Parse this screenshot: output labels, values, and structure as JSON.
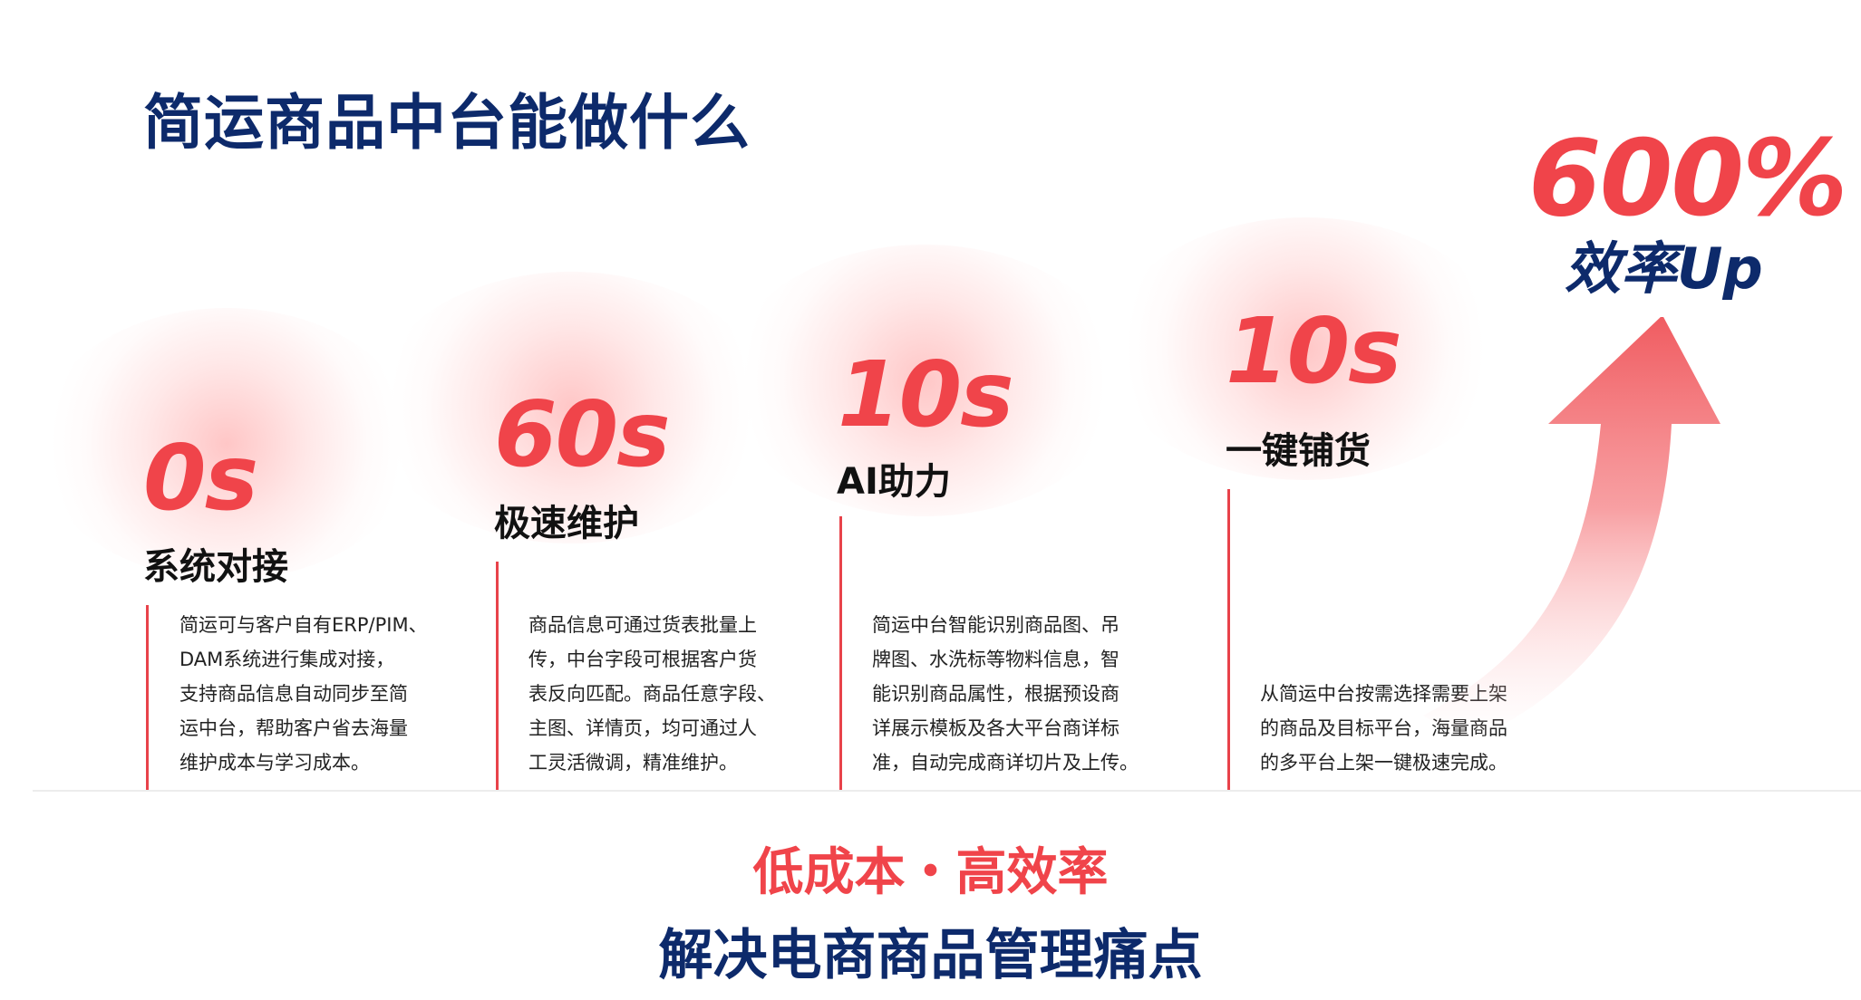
{
  "title": "简运商品中台能做什么",
  "steps": [
    {
      "stat": "0s",
      "title": "系统对接",
      "desc": "简运可与客户自有ERP/PIM、\nDAM系统进行集成对接，\n支持商品信息自动同步至简\n运中台，帮助客户省去海量\n维护成本与学习成本。"
    },
    {
      "stat": "60s",
      "title": "极速维护",
      "desc": "商品信息可通过货表批量上\n传，中台字段可根据客户货\n表反向匹配。商品任意字段、\n主图、详情页，均可通过人\n工灵活微调，精准维护。"
    },
    {
      "stat": "10s",
      "title": "AI助力",
      "desc": "简运中台智能识别商品图、吊\n牌图、水洗标等物料信息，智\n能识别商品属性，根据预设商\n详展示模板及各大平台商详标\n准，自动完成商详切片及上传。"
    },
    {
      "stat": "10s",
      "title": "一键铺货",
      "desc": "从简运中台按需选择需要上架\n的商品及目标平台，海量商品\n的多平台上架一键极速完成。"
    }
  ],
  "highlight": {
    "percent": "600%",
    "label": "效率Up"
  },
  "slogan": {
    "line1": "低成本・高效率",
    "line2": "解决电商商品管理痛点"
  },
  "colors": {
    "accent_red": "#f0444a",
    "navy": "#0d2a6b",
    "text_dark": "#111111"
  },
  "icons": {
    "arrow": "up-arrow-icon"
  }
}
